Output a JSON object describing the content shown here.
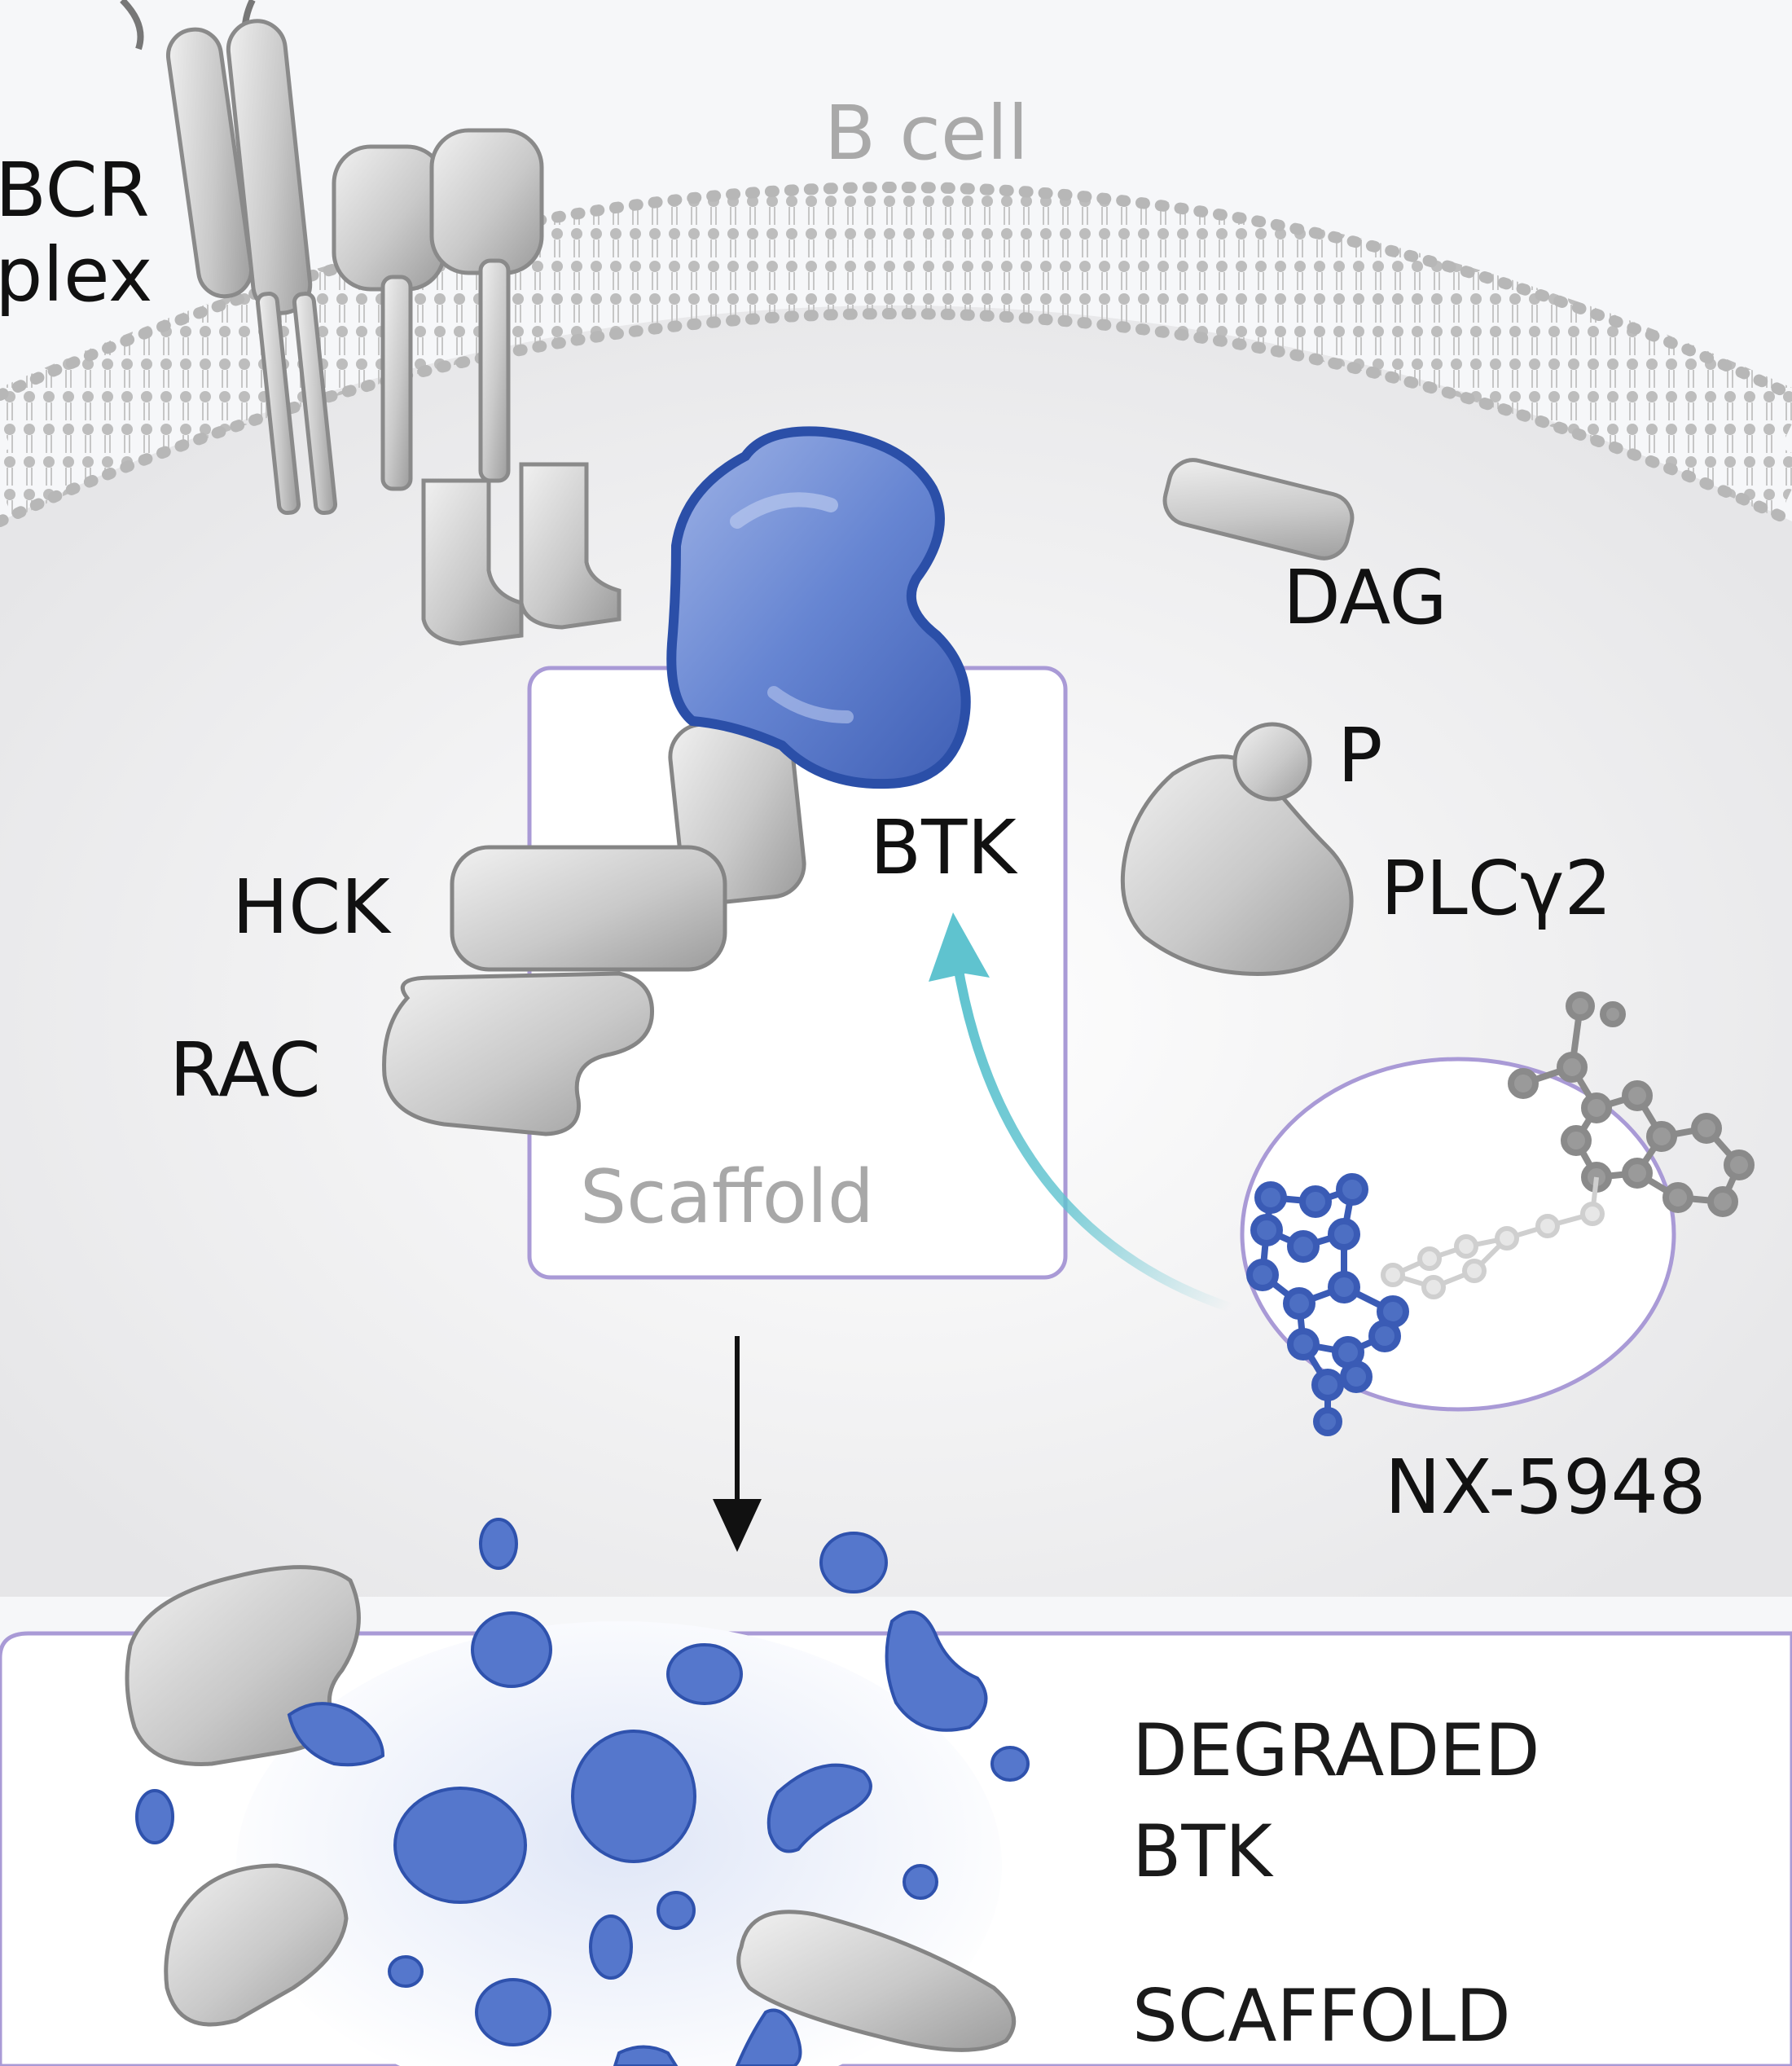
{
  "labels": {
    "cell": "B cell",
    "bcr_line1": "BCR",
    "bcr_line2": "plex",
    "dag": "DAG",
    "p": "P",
    "btk": "BTK",
    "plcg2": "PLCγ2",
    "hck": "HCK",
    "rac": "RAC",
    "scaffold": "Scaffold",
    "drug": "NX-5948",
    "degraded_line1": "DEGRADED",
    "degraded_line2": "BTK",
    "scaffold_upper": "SCAFFOLD"
  },
  "colors": {
    "btk_blue": "#4d6fc3",
    "btk_outline": "#2b4fa8",
    "arrow_teal": "#5fc3cf",
    "box_purple": "#a99ad6",
    "protein_grey": "#c8c8c8",
    "membrane_grey": "#bdbdbd"
  }
}
